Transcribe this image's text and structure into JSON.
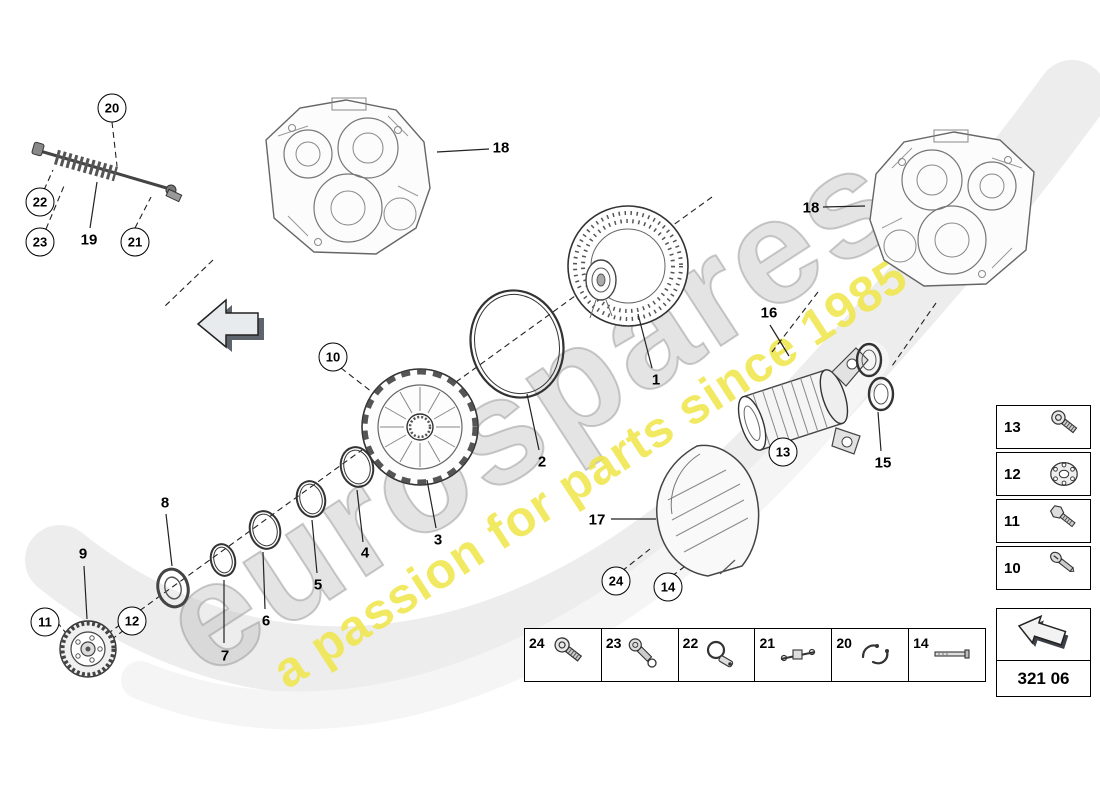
{
  "watermark": {
    "brand": "eurospares",
    "tagline": "a passion for parts since 1985"
  },
  "page": {
    "code": "321 06"
  },
  "labels": {
    "n1": "1",
    "n2": "2",
    "n3": "3",
    "n4": "4",
    "n5": "5",
    "n6": "6",
    "n7": "7",
    "n8": "8",
    "n9": "9",
    "n15": "15",
    "n16": "16",
    "n17": "17",
    "n18a": "18",
    "n18b": "18",
    "n19": "19"
  },
  "circles": {
    "c10": "10",
    "c11": "11",
    "c12": "12",
    "c13": "13",
    "c14": "14",
    "c20": "20",
    "c21": "21",
    "c22": "22",
    "c23": "23",
    "c24": "24"
  },
  "side_panel": {
    "items": [
      {
        "num": "13",
        "icon": "socket-bolt-icon"
      },
      {
        "num": "12",
        "icon": "flange-icon"
      },
      {
        "num": "11",
        "icon": "hex-bolt-icon"
      },
      {
        "num": "10",
        "icon": "screw-icon"
      }
    ]
  },
  "legend": {
    "items": [
      {
        "num": "24",
        "icon": "socket-bolt-icon"
      },
      {
        "num": "23",
        "icon": "bolt-ring-icon"
      },
      {
        "num": "22",
        "icon": "clamp-icon"
      },
      {
        "num": "21",
        "icon": "linkage-rod-icon"
      },
      {
        "num": "20",
        "icon": "spring-clip-icon"
      },
      {
        "num": "14",
        "icon": "long-bolt-icon"
      }
    ]
  }
}
